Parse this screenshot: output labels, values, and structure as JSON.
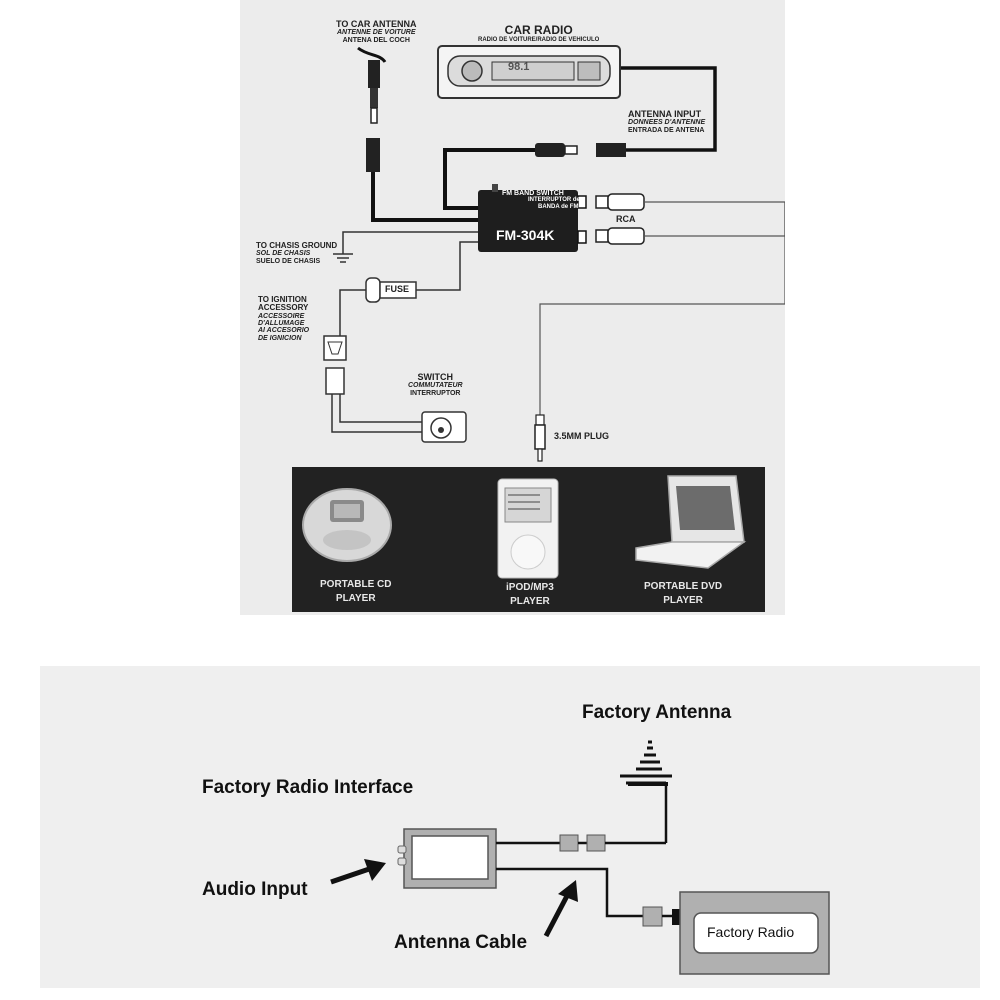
{
  "top_diagram": {
    "car_antenna": [
      "TO CAR ANTENNA",
      "ANTENNE DE VOITURE",
      "ANTENA DEL COCH"
    ],
    "car_radio": {
      "title": "CAR RADIO",
      "subtitle": "RADIO DE VOITURE/RADIO DE VEHICULO",
      "display": "98.1"
    },
    "antenna_input": [
      "ANTENNA INPUT",
      "DONNEES D'ANTENNE",
      "ENTRADA DE ANTENA"
    ],
    "fm_module": {
      "switch_label": "FM BAND SWITCH",
      "switch_sub1": "INTERRUPTOR de",
      "switch_sub2": "BANDA de FM",
      "model": "FM-304K"
    },
    "rca": "RCA",
    "chassis_ground": [
      "TO CHASIS GROUND",
      "SOL DE CHASIS",
      "SUELO DE CHASIS"
    ],
    "fuse": "FUSE",
    "ignition": [
      "TO IGNITION",
      "ACCESSORY",
      "ACCESSOIRE",
      "D'ALLUMAGE",
      "AI ACCESORIO",
      "DE IGNICION"
    ],
    "switch": [
      "SWITCH",
      "COMMUTATEUR",
      "INTERRUPTOR"
    ],
    "plug": "3.5MM PLUG",
    "devices": [
      {
        "line1": "PORTABLE CD",
        "line2": "PLAYER"
      },
      {
        "line1": "iPOD/MP3",
        "line2": "PLAYER"
      },
      {
        "line1": "PORTABLE DVD",
        "line2": "PLAYER"
      }
    ]
  },
  "bottom_diagram": {
    "factory_antenna": "Factory Antenna",
    "factory_radio_interface": "Factory Radio Interface",
    "audio_input": "Audio Input",
    "antenna_cable": "Antenna Cable",
    "factory_radio": "Factory Radio"
  },
  "colors": {
    "panel_top": "#ececec",
    "panel_bottom": "#efefef",
    "device_panel": "#222222",
    "wire": "#1a1a1a",
    "gray_box": "#b0b0b0"
  }
}
